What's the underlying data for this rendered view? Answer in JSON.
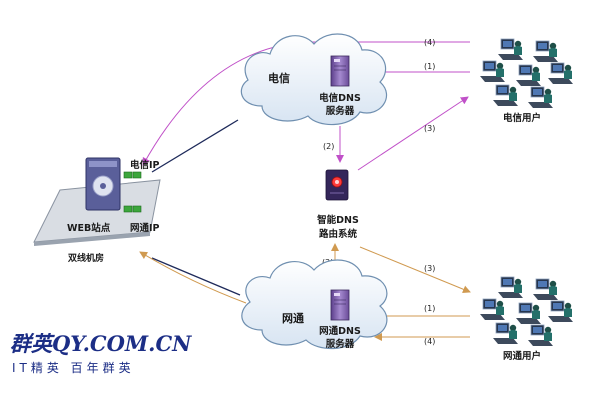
{
  "nodes": {
    "dns_telecom": {
      "line1": "电信DNS",
      "line2": "服务器"
    },
    "dns_netcom": {
      "line1": "网通DNS",
      "line2": "服务器"
    },
    "cloud_telecom": "电信",
    "cloud_netcom": "网通",
    "smart_dns": {
      "line1": "智能DNS",
      "line2": "路由系统"
    },
    "web_site": "WEB站点",
    "ip_telecom": "电信IP",
    "ip_netcom": "网通IP",
    "datacenter": "双线机房",
    "users_telecom": "电信用户",
    "users_netcom": "网通用户"
  },
  "steps": {
    "s1": "(1)",
    "s2": "(2)",
    "s3": "(3)",
    "s4": "(4)"
  },
  "watermark": {
    "brand": "群英QY.COM.CN",
    "slogan": "IT精英  百年群英"
  },
  "colors": {
    "telecom_flow": "#c050c8",
    "netcom_flow": "#d09a50",
    "link_dark": "#1e2a5a",
    "cloud_fill": "#eef4fb",
    "cloud_stroke": "#6f8fb0",
    "server_purple": "#7a5aa6",
    "watermark": "#1c2e86"
  }
}
